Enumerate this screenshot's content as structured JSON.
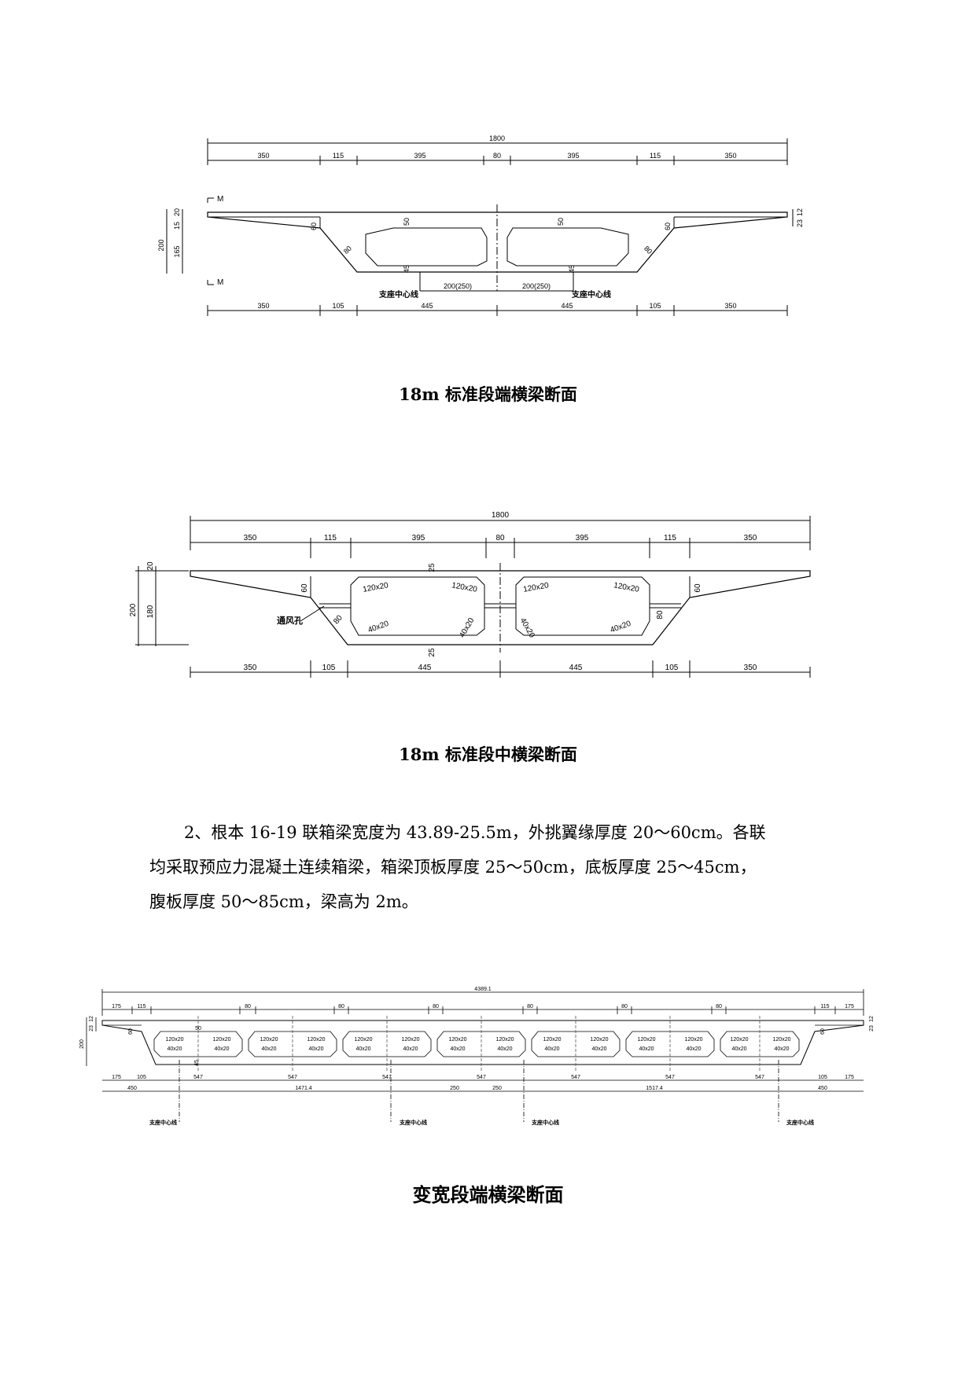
{
  "figures": {
    "end_beam": {
      "total": "1800",
      "top_dims": [
        "350",
        "115",
        "395",
        "80",
        "395",
        "115",
        "350"
      ],
      "bottom_dims": [
        "350",
        "105",
        "445",
        "445",
        "105",
        "350"
      ],
      "left_heights": [
        "20",
        "15",
        "165",
        "200"
      ],
      "right_heights": [
        "23",
        "12"
      ],
      "section_marks": [
        "M",
        "M"
      ],
      "inner": [
        "60",
        "50",
        "80",
        "45",
        "50",
        "60",
        "80",
        "45"
      ],
      "support_label": "支座中心线",
      "support_dim": "200(250)",
      "caption": "18m 标准段端横梁断面"
    },
    "mid_beam": {
      "total": "1800",
      "top_dims": [
        "350",
        "115",
        "395",
        "80",
        "395",
        "115",
        "350"
      ],
      "bottom_dims": [
        "350",
        "105",
        "445",
        "445",
        "105",
        "350"
      ],
      "left_heights": [
        "20",
        "200",
        "180"
      ],
      "inner": [
        "60",
        "60",
        "25",
        "25",
        "80",
        "80"
      ],
      "haunch_top": "120x20",
      "haunch_bottom": "40x20",
      "vent_label": "通风孔",
      "caption": "18m 标准段中横梁断面"
    },
    "wide_beam": {
      "total": "4389.1",
      "top_dims": [
        "175",
        "115",
        "80",
        "80",
        "80",
        "80",
        "80",
        "80",
        "115",
        "175"
      ],
      "bottom_dims_a": [
        "175",
        "105",
        "547",
        "547",
        "547",
        "547",
        "547",
        "547",
        "547",
        "105",
        "175"
      ],
      "bottom_dims_b": [
        "450",
        "1471.4",
        "250",
        "250",
        "1517.4",
        "450"
      ],
      "left_heights": [
        "23",
        "12",
        "200"
      ],
      "right_heights": [
        "23",
        "12"
      ],
      "haunch_top": "120x20",
      "haunch_bottom": "40x20",
      "inner": [
        "60",
        "50",
        "45",
        "60"
      ],
      "support_label": "支座中心线",
      "caption": "变宽段端横梁断面"
    }
  },
  "paragraph": {
    "line1": "2、根本 16-19 联箱梁宽度为 43.89-25.5m，外挑翼缘厚度 20～60cm。各联",
    "line2": "均采取预应力混凝土连续箱梁，箱梁顶板厚度 25～50cm，底板厚度 25～45cm，",
    "line3": "腹板厚度 50～85cm，梁高为 2m。"
  }
}
